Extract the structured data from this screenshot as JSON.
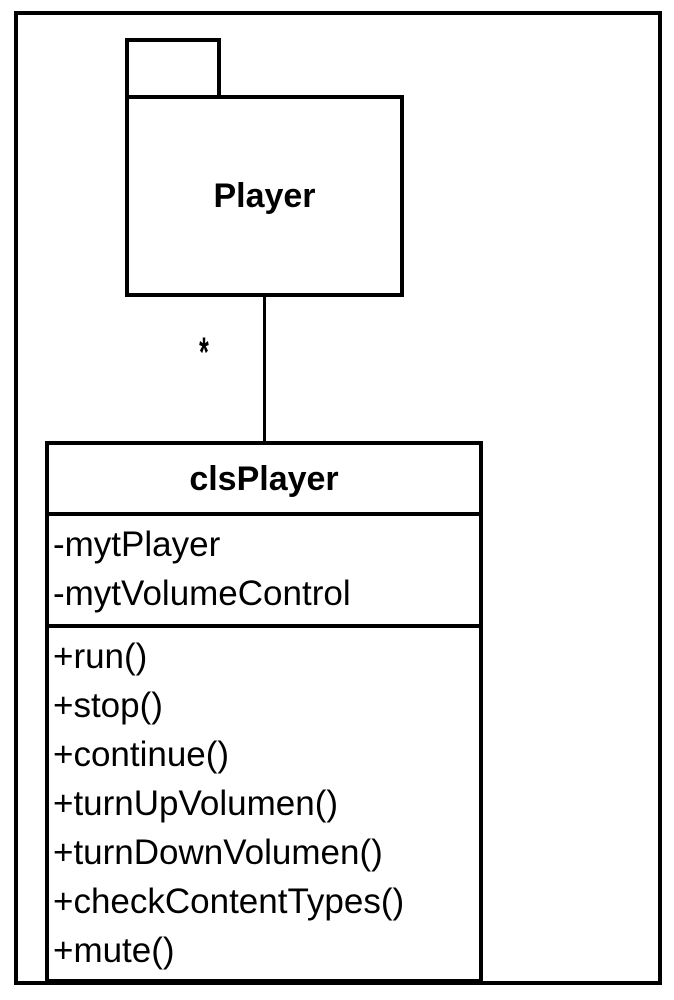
{
  "diagram": {
    "type": "uml-class-diagram",
    "title": "",
    "colors": {
      "stroke": "#000000",
      "fill": "#ffffff",
      "text": "#000000"
    },
    "package": {
      "name": "Player",
      "shape": "folder"
    },
    "association": {
      "source_multiplicity": "",
      "target_multiplicity": "*",
      "style": "solid-line"
    },
    "class": {
      "name": "clsPlayer",
      "attributes": [
        {
          "visibility": "-",
          "label": "-mytPlayer"
        },
        {
          "visibility": "-",
          "label": "-mytVolumeControl"
        }
      ],
      "operations": [
        {
          "visibility": "+",
          "label": "+run()"
        },
        {
          "visibility": "+",
          "label": "+stop()"
        },
        {
          "visibility": "+",
          "label": "+continue()"
        },
        {
          "visibility": "+",
          "label": "+turnUpVolumen()"
        },
        {
          "visibility": "+",
          "label": "+turnDownVolumen()"
        },
        {
          "visibility": "+",
          "label": "+checkContentTypes()"
        },
        {
          "visibility": "+",
          "label": "+mute()"
        }
      ]
    }
  }
}
